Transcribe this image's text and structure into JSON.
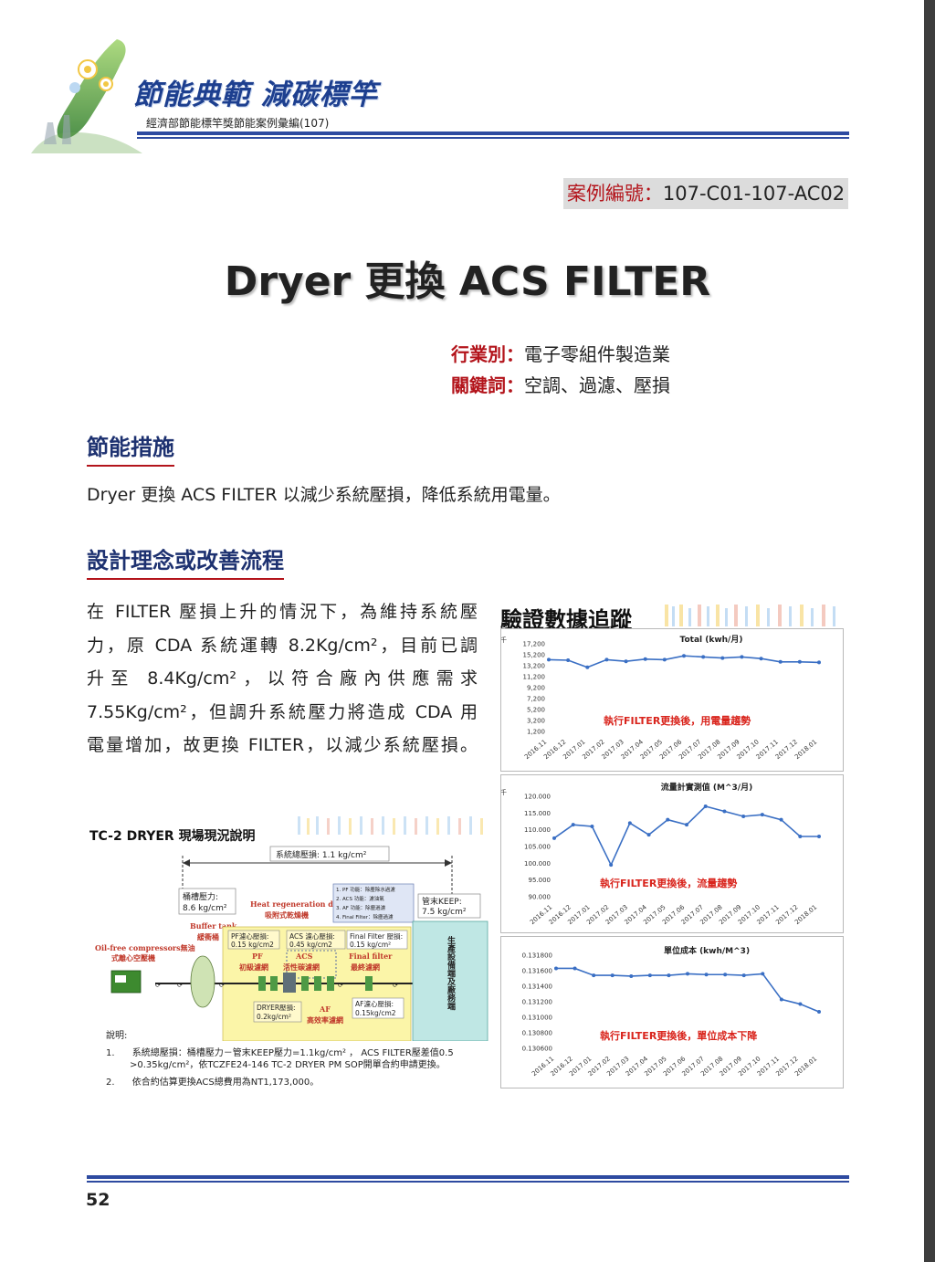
{
  "header": {
    "title": "節能典範 減碳標竿",
    "subtitle": "經濟部節能標竿獎節能案例彙編(107)"
  },
  "case": {
    "label": "案例編號：",
    "value": "107-C01-107-AC02"
  },
  "title": "Dryer 更換 ACS FILTER",
  "meta": {
    "industry_label": "行業別：",
    "industry": "電子零組件製造業",
    "keywords_label": "關鍵詞：",
    "keywords": "空調、過濾、壓損"
  },
  "sections": {
    "measure_heading": "節能措施",
    "measure_text": "Dryer 更換 ACS FILTER 以減少系統壓損，降低系統用電量。",
    "design_heading": "設計理念或改善流程",
    "design_lines": [
      "在 FILTER 壓損上升的情況下，為維持系統壓",
      "力，原 CDA 系統運轉 8.2Kg/cm²，目前已調",
      "升至 8.4Kg/cm²，以符合廠內供應需求",
      "7.55Kg/cm²，但調升系統壓力將造成 CDA 用",
      "電量增加，故更換 FILTER，以減少系統壓損。"
    ]
  },
  "verify_title": "驗證數據追蹤",
  "chart_data": [
    {
      "type": "line",
      "title": "Total (kwh/月)",
      "unit_label": "千",
      "categories": [
        "2016.11",
        "2016.12",
        "2017.01",
        "2017.02",
        "2017.03",
        "2017.04",
        "2017.05",
        "2017.06",
        "2017.07",
        "2017.08",
        "2017.09",
        "2017.10",
        "2017.11",
        "2017.12",
        "2018.01"
      ],
      "y_ticks": [
        "17,200",
        "15,200",
        "13,200",
        "11,200",
        "9,200",
        "7,200",
        "5,200",
        "3,200",
        "1,200"
      ],
      "ylim": [
        1200,
        17200
      ],
      "values": [
        14300,
        14200,
        12900,
        14300,
        14000,
        14400,
        14300,
        15000,
        14800,
        14600,
        14800,
        14500,
        13900,
        13900,
        13800
      ],
      "annotation": "執行FILTER更換後，用電量趨勢",
      "color": "#3a6fc4"
    },
    {
      "type": "line",
      "title": "流量計實測值 (M^3/月)",
      "unit_label": "千",
      "categories": [
        "2016.11",
        "2016.12",
        "2017.01",
        "2017.02",
        "2017.03",
        "2017.04",
        "2017.05",
        "2017.06",
        "2017.07",
        "2017.08",
        "2017.09",
        "2017.10",
        "2017.11",
        "2017.12",
        "2018.01"
      ],
      "y_ticks": [
        "120.000",
        "115.000",
        "110.000",
        "105.000",
        "100.000",
        "95.000",
        "90.000"
      ],
      "ylim": [
        90,
        120
      ],
      "values": [
        107.5,
        111.5,
        111,
        99.5,
        112,
        108.5,
        113,
        111.5,
        117,
        115.5,
        114,
        114.5,
        113,
        108,
        108
      ],
      "annotation": "執行FILTER更換後，流量趨勢",
      "color": "#3a6fc4"
    },
    {
      "type": "line",
      "title": "單位成本 (kwh/M^3)",
      "categories": [
        "2016.11",
        "2016.12",
        "2017.01",
        "2017.02",
        "2017.03",
        "2017.04",
        "2017.05",
        "2017.06",
        "2017.07",
        "2017.08",
        "2017.09",
        "2017.10",
        "2017.11",
        "2017.12",
        "2018.01"
      ],
      "y_ticks": [
        "0.131800",
        "0.131600",
        "0.131400",
        "0.131200",
        "0.131000",
        "0.130800",
        "0.130600"
      ],
      "ylim": [
        0.1306,
        0.1318
      ],
      "values": [
        0.13163,
        0.13163,
        0.13154,
        0.13154,
        0.13153,
        0.13154,
        0.13154,
        0.13156,
        0.13155,
        0.13155,
        0.13154,
        0.13156,
        0.13123,
        0.13117,
        0.13107
      ],
      "annotation": "執行FILTER更換後，單位成本下降",
      "color": "#3a6fc4"
    }
  ],
  "diagram": {
    "title": "TC-2 DRYER 現場現況說明",
    "system_loss": "系統總壓損: 1.1 kg/cm²",
    "tank_pressure_label": "桶槽壓力:",
    "tank_pressure_value": "8.6 kg/cm²",
    "dryer_name": "Heat regeneration dryer",
    "dryer_name_zh": "吸附式乾燥機",
    "legend": [
      "1.  PF   功能：除塵除水過濾",
      "2.  ACS 功能：濾油氣",
      "3.  AF   功能：除塵過濾",
      "4.  Final Filter：除塵過濾"
    ],
    "end_keep_label": "管末KEEP:",
    "end_keep_value": "7.5 kg/cm²",
    "buffer_tank": "Buffer tank",
    "buffer_tank_zh": "緩衝桶",
    "compressor": "Oil-free compressors無油",
    "compressor_zh": "式離心空壓機",
    "pf_loss_label": "PF濾心壓損:",
    "pf_loss_value": "0.15 kg/cm2",
    "acs_loss_label": "ACS 濾心壓損:",
    "acs_loss_value": "0.45 kg/cm2",
    "final_loss_label": "Final Filter 壓損:",
    "final_loss_value": "0.15 kg/cm²",
    "pf": "PF",
    "pf_zh": "初級濾網",
    "acs": "ACS",
    "acs_zh": "活性碳濾網",
    "final_filter": "Final filter",
    "final_filter_zh": "最終濾網",
    "dryer_loss_label": "DRYER壓損:",
    "dryer_loss_value": "0.2kg/cm²",
    "af": "AF",
    "af_zh": "高效率濾網",
    "af_loss_label": "AF濾心壓損:",
    "af_loss_value": "0.15kg/cm2",
    "production_side": "生產設備端及廠務端",
    "notes_title": "說明:",
    "notes": [
      {
        "no": "1.",
        "line1": "系統總壓損：桶槽壓力－管末KEEP壓力=1.1kg/cm² ， ACS FILTER壓差值0.5",
        "line2": ">0.35kg/cm²，依TCZFE24-146 TC-2 DRYER PM SOP開單合約申請更換。"
      },
      {
        "no": "2.",
        "line1": "依合約估算更換ACS總費用為NT1,173,000。",
        "line2": ""
      }
    ]
  },
  "footer": {
    "page_number": "52"
  },
  "colors": {
    "accent_red": "#b3141b",
    "brand_blue": "#2d4aa0",
    "series_blue": "#3a6fc4"
  }
}
